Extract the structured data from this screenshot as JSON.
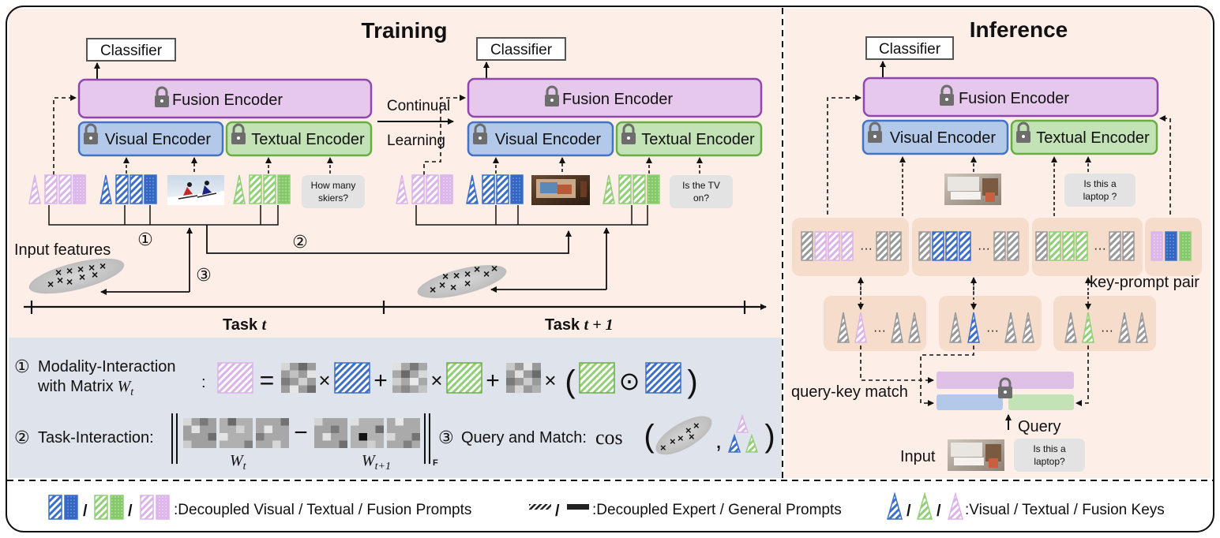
{
  "training": {
    "title": "Training",
    "classifier": "Classifier",
    "fusion_encoder": "Fusion Encoder",
    "visual_encoder": "Visual Encoder",
    "textual_encoder": "Textual Encoder",
    "continual": "Continual",
    "learning": "Learning",
    "question_1_line1": "How many",
    "question_1_line2": "skiers?",
    "question_2_line1": "Is the TV",
    "question_2_line2": "on?",
    "input_features": "Input features",
    "marker_1": "①",
    "marker_2": "②",
    "marker_3": "③",
    "task_t_label": "Task ",
    "task_t_var": "t",
    "task_t1_label": "Task ",
    "task_t1_var": "t + 1"
  },
  "inference": {
    "title": "Inference",
    "classifier": "Classifier",
    "fusion_encoder": "Fusion Encoder",
    "visual_encoder": "Visual Encoder",
    "textual_encoder": "Textual Encoder",
    "question_line1": "Is this a",
    "question_line2": "laptop ?",
    "key_prompt_pair": "key-prompt pair",
    "query_key_match": "query-key match",
    "query": "Query",
    "input": "Input",
    "input_question_line1": "Is this a",
    "input_question_line2": "laptop?",
    "dots": "···"
  },
  "equations": {
    "eq1_marker": "①",
    "eq1_line1": "Modality-Interaction",
    "eq1_line2": "with Matrix",
    "eq1_var": "W",
    "eq1_sub": "t",
    "eq1_colon": ":",
    "eq1_equals": "=",
    "eq1_times1": "×",
    "eq1_plus1": "+",
    "eq1_times2": "×",
    "eq1_plus2": "+",
    "eq1_times3": "×",
    "eq1_lparen": "(",
    "eq1_odot": "⊙",
    "eq1_rparen": ")",
    "eq2_marker": "②",
    "eq2_label": "Task-Interaction:",
    "eq2_minus": "−",
    "eq2_w": "W",
    "eq2_sub_t": "t",
    "eq2_w2": "W",
    "eq2_sub_t1": "t+1",
    "eq2_norm_sub": "F",
    "eq3_marker": "③",
    "eq3_label": "Query and Match:",
    "eq3_cos": "cos",
    "eq3_lparen": "(",
    "eq3_comma": ",",
    "eq3_rparen": ")"
  },
  "legend": {
    "slash": "/",
    "prompts_label": ":Decoupled Visual / Textual / Fusion Prompts",
    "expert_label": ":Decoupled Expert / General Prompts",
    "keys_label": ":Visual / Textual / Fusion Keys"
  },
  "colors": {
    "panel_bg": "#fdeee8",
    "equation_bg": "#dfe4ec",
    "fusion": "#e6c8ec",
    "fusion_border": "#9146ad",
    "visual": "#b3c9ea",
    "visual_border": "#4472c4",
    "textual": "#c3e2b5",
    "textual_border": "#6aad45",
    "prompt_blue": "#3d6fc8",
    "prompt_green": "#8fcf74",
    "prompt_purple": "#d9b0e6",
    "gray": "#8a8a8a"
  }
}
